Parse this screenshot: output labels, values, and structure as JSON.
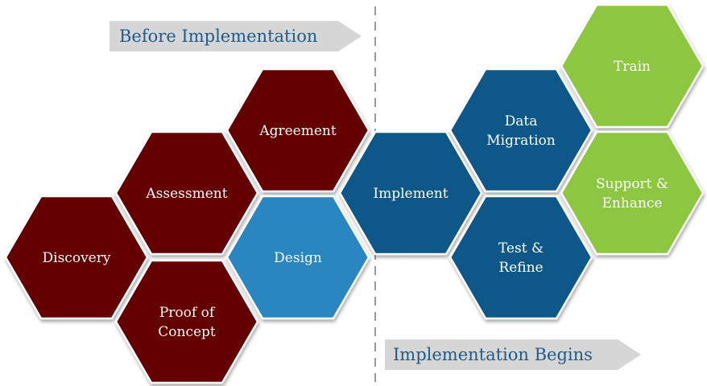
{
  "diagram": {
    "colors": {
      "dark_red": "#650001",
      "dark_blue": "#0f5888",
      "light_blue": "#2a86c0",
      "green": "#8dc63f",
      "arrow_fill": "#d6d6d6",
      "arrow_text": "#1f5b8a",
      "divider": "#999999"
    },
    "arrows": [
      {
        "key": "before",
        "label": "Before Implementation"
      },
      {
        "key": "begins",
        "label": "Implementation Begins"
      }
    ],
    "hexagons": [
      {
        "key": "discovery",
        "lines": [
          "Discovery"
        ],
        "color": "dark_red"
      },
      {
        "key": "assessment",
        "lines": [
          "Assessment"
        ],
        "color": "dark_red"
      },
      {
        "key": "proof-of-concept",
        "lines": [
          "Proof of",
          "Concept"
        ],
        "color": "dark_red"
      },
      {
        "key": "agreement",
        "lines": [
          "Agreement"
        ],
        "color": "dark_red"
      },
      {
        "key": "design",
        "lines": [
          "Design"
        ],
        "color": "light_blue"
      },
      {
        "key": "implement",
        "lines": [
          "Implement"
        ],
        "color": "dark_blue"
      },
      {
        "key": "data-migration",
        "lines": [
          "Data",
          "Migration"
        ],
        "color": "dark_blue"
      },
      {
        "key": "test-refine",
        "lines": [
          "Test &",
          "Refine"
        ],
        "color": "dark_blue"
      },
      {
        "key": "train",
        "lines": [
          "Train"
        ],
        "color": "green"
      },
      {
        "key": "support-enhance",
        "lines": [
          "Support &",
          "Enhance"
        ],
        "color": "green"
      }
    ]
  }
}
